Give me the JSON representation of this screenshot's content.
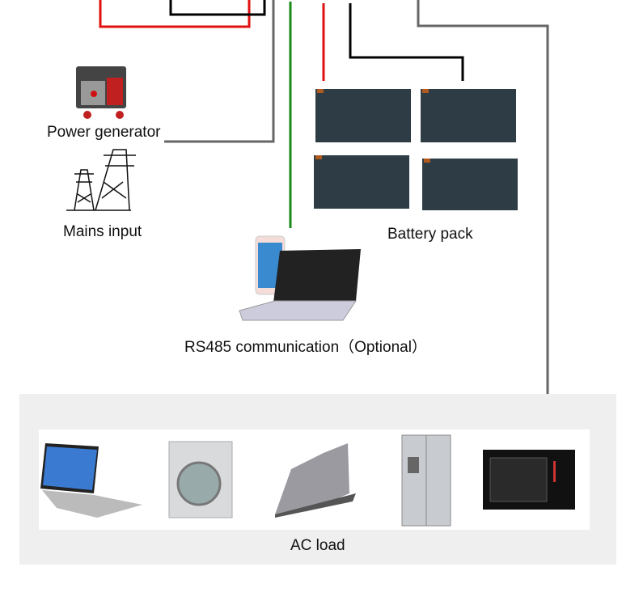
{
  "labels": {
    "generator": "Power generator",
    "mains": "Mains input",
    "battery": "Battery pack",
    "rs485": "RS485 communication（Optional）",
    "ac_load": "AC load"
  },
  "colors": {
    "positive_wire": "#e01010",
    "negative_wire": "#000000",
    "ac_wire": "#666666",
    "comm_wire": "#1a8a1a",
    "battery": "#2e3d45",
    "load_panel": "#efefef"
  },
  "devices": [
    "laptop-icon",
    "washing-machine-icon",
    "iron-icon",
    "refrigerator-icon",
    "microwave-icon"
  ]
}
